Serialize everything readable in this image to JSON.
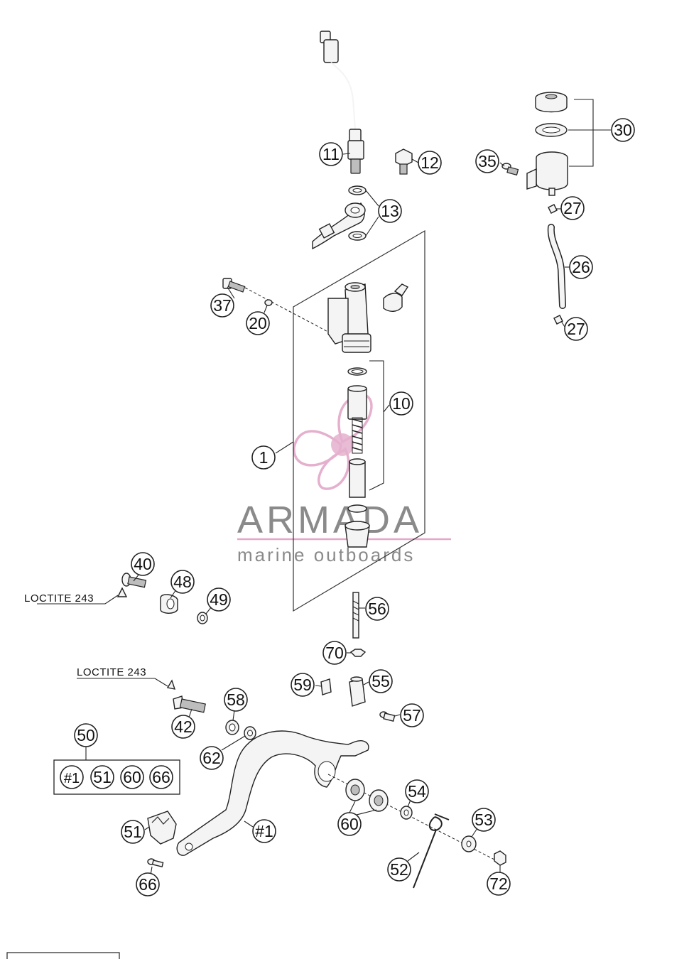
{
  "watermark": {
    "brand": "ARMADA",
    "tagline": "marine outboards",
    "accent_color": "#e3a8c8",
    "text_color": "#8a8a8a"
  },
  "notes": {
    "loctite_upper": "LOCTITE 243",
    "loctite_lower": "LOCTITE 243"
  },
  "kit_box": {
    "kit_number": "50",
    "contents": [
      "#1",
      "51",
      "60",
      "66"
    ]
  },
  "callouts": [
    {
      "id": "11",
      "label": "11",
      "part": "brake-light-switch"
    },
    {
      "id": "12",
      "label": "12",
      "part": "banjo-bolt"
    },
    {
      "id": "13",
      "label": "13",
      "part": "sealing-rings"
    },
    {
      "id": "30",
      "label": "30",
      "part": "reservoir-assembly"
    },
    {
      "id": "35",
      "label": "35",
      "part": "reservoir-screw"
    },
    {
      "id": "27a",
      "label": "27",
      "part": "hose-clamp-upper"
    },
    {
      "id": "26",
      "label": "26",
      "part": "reservoir-hose"
    },
    {
      "id": "27b",
      "label": "27",
      "part": "hose-clamp-lower"
    },
    {
      "id": "37",
      "label": "37",
      "part": "master-cylinder-bolt"
    },
    {
      "id": "20",
      "label": "20",
      "part": "washer"
    },
    {
      "id": "10",
      "label": "10",
      "part": "piston-repair-kit"
    },
    {
      "id": "1",
      "label": "1",
      "part": "master-cylinder"
    },
    {
      "id": "40",
      "label": "40",
      "part": "pivot-bolt"
    },
    {
      "id": "48",
      "label": "48",
      "part": "bushing"
    },
    {
      "id": "49",
      "label": "49",
      "part": "lock-washer"
    },
    {
      "id": "56",
      "label": "56",
      "part": "push-rod"
    },
    {
      "id": "70",
      "label": "70",
      "part": "hex-nut"
    },
    {
      "id": "59",
      "label": "59",
      "part": "clip"
    },
    {
      "id": "55",
      "label": "55",
      "part": "fork-head"
    },
    {
      "id": "57",
      "label": "57",
      "part": "fork-pin"
    },
    {
      "id": "58",
      "label": "58",
      "part": "washer-large"
    },
    {
      "id": "42",
      "label": "42",
      "part": "pedal-pivot-bolt"
    },
    {
      "id": "62",
      "label": "62",
      "part": "spacer"
    },
    {
      "id": "54",
      "label": "54",
      "part": "shim-washer"
    },
    {
      "id": "60",
      "label": "60",
      "part": "bearings"
    },
    {
      "id": "53",
      "label": "53",
      "part": "washer-outer"
    },
    {
      "id": "51",
      "label": "51",
      "part": "pedal-tip"
    },
    {
      "id": "1p",
      "label": "#1",
      "part": "brake-pedal"
    },
    {
      "id": "52",
      "label": "52",
      "part": "return-spring"
    },
    {
      "id": "72",
      "label": "72",
      "part": "lock-nut"
    },
    {
      "id": "66",
      "label": "66",
      "part": "tip-screw"
    }
  ]
}
